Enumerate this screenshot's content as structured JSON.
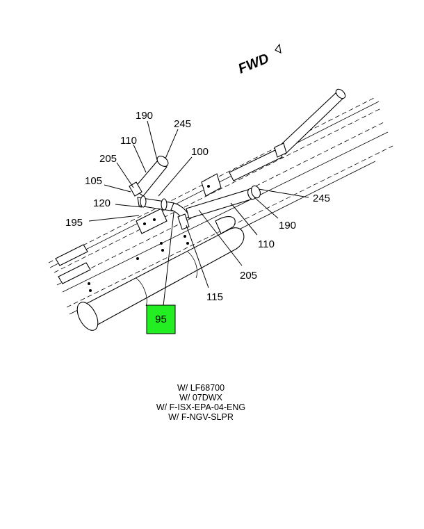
{
  "direction_label": "FWD",
  "callouts": [
    {
      "id": "190-upper",
      "text": "190"
    },
    {
      "id": "245-upper",
      "text": "245"
    },
    {
      "id": "110-upper",
      "text": "110"
    },
    {
      "id": "205-upper",
      "text": "205"
    },
    {
      "id": "100",
      "text": "100"
    },
    {
      "id": "105",
      "text": "105"
    },
    {
      "id": "120",
      "text": "120"
    },
    {
      "id": "195",
      "text": "195"
    },
    {
      "id": "245-right",
      "text": "245"
    },
    {
      "id": "190-right",
      "text": "190"
    },
    {
      "id": "110-right",
      "text": "110"
    },
    {
      "id": "205-lower",
      "text": "205"
    },
    {
      "id": "115",
      "text": "115"
    },
    {
      "id": "95",
      "text": "95"
    }
  ],
  "highlighted_part": "95",
  "highlight_color": "#22ee22",
  "notes": [
    "W/ LF68700",
    "W/ 07DWX",
    "W/ F-ISX-EPA-04-ENG",
    "W/ F-NGV-SLPR"
  ]
}
